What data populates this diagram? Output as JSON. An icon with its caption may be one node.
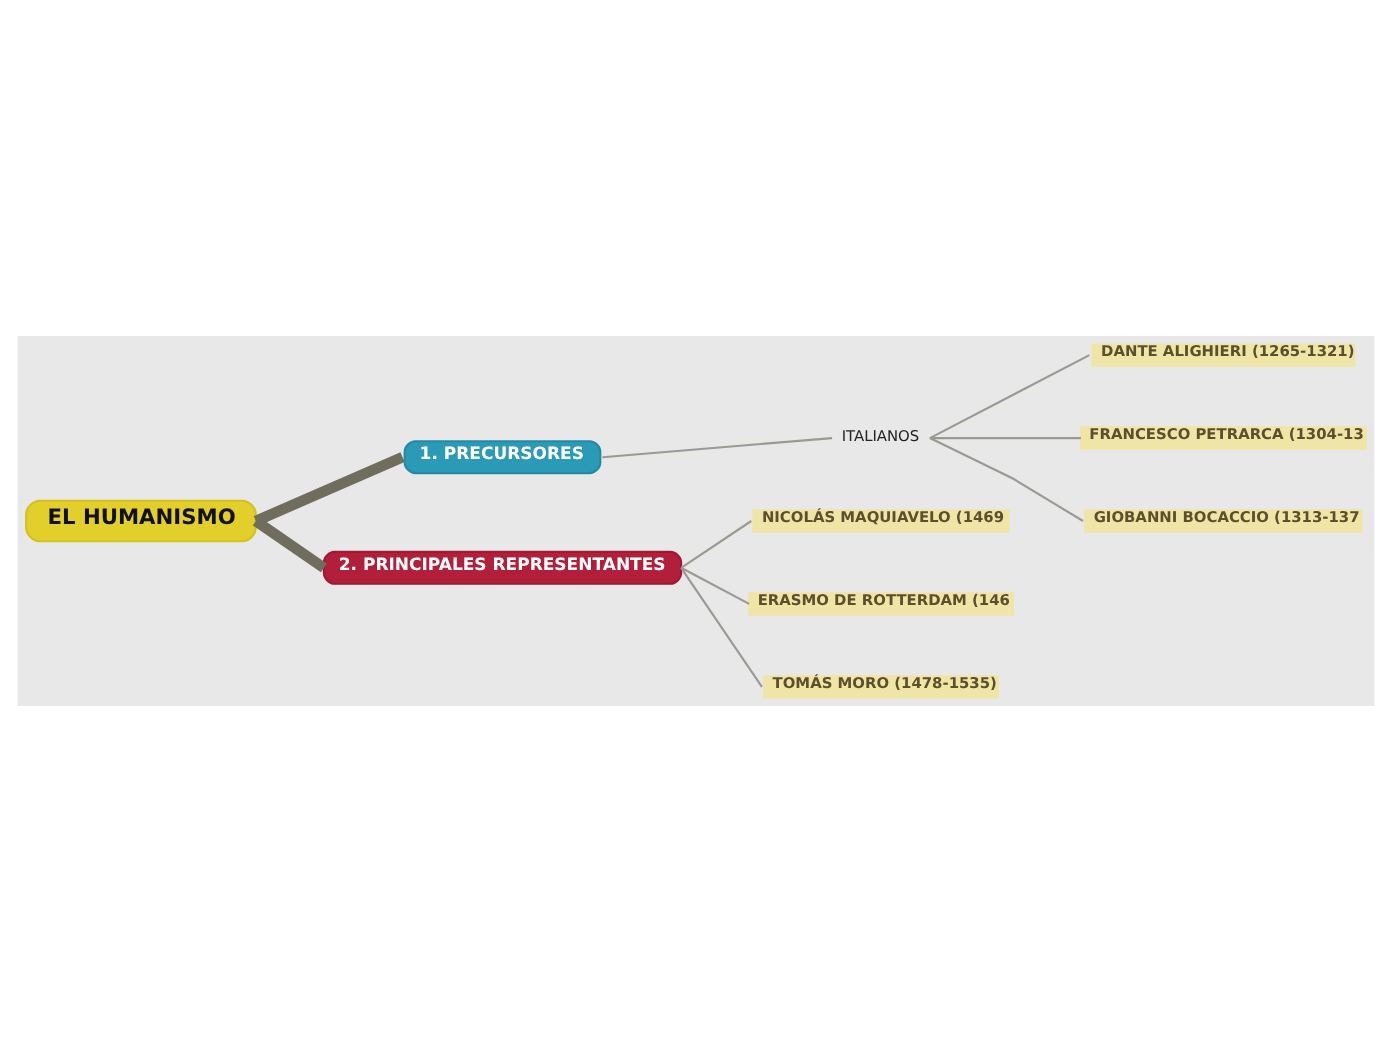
{
  "diagram": {
    "nodes": [
      {
        "text": [
          "EL HUMANISMO"
        ]
      },
      {
        "text": [
          "1. PRECURSORES"
        ]
      },
      {
        "text": [
          "ITALIANOS"
        ]
      },
      {
        "text": [
          "DANTE ALIGHIERI (1265-1321)"
        ]
      },
      {
        "text": [
          "FRANCESCO PETRARCA (1304-13"
        ]
      },
      {
        "text": [
          "GIOBANNI BOCACCIO (1313-137"
        ]
      },
      {
        "text": [
          "2. PRINCIPALES REPRESENTANTES"
        ]
      },
      {
        "text": [
          "NICOLÁS MAQUIAVELO (1469"
        ]
      },
      {
        "text": [
          "ERASMO DE ROTTERDAM (146"
        ]
      },
      {
        "text": [
          "TOMÁS MORO (1478-1535)"
        ]
      }
    ],
    "edges": [
      {
        "from": 0,
        "to": 1,
        "arrow": "none",
        "style": "thick"
      },
      {
        "from": 1,
        "to": 2,
        "arrow": "none"
      },
      {
        "from": 2,
        "to": 3,
        "arrow": "none"
      },
      {
        "from": 2,
        "to": 4,
        "arrow": "none"
      },
      {
        "from": 2,
        "to": 5,
        "arrow": "none"
      },
      {
        "from": 0,
        "to": 6,
        "arrow": "none",
        "style": "thick"
      },
      {
        "from": 6,
        "to": 7,
        "arrow": "none"
      },
      {
        "from": 6,
        "to": 8,
        "arrow": "none"
      },
      {
        "from": 6,
        "to": 9,
        "arrow": "none"
      }
    ]
  }
}
